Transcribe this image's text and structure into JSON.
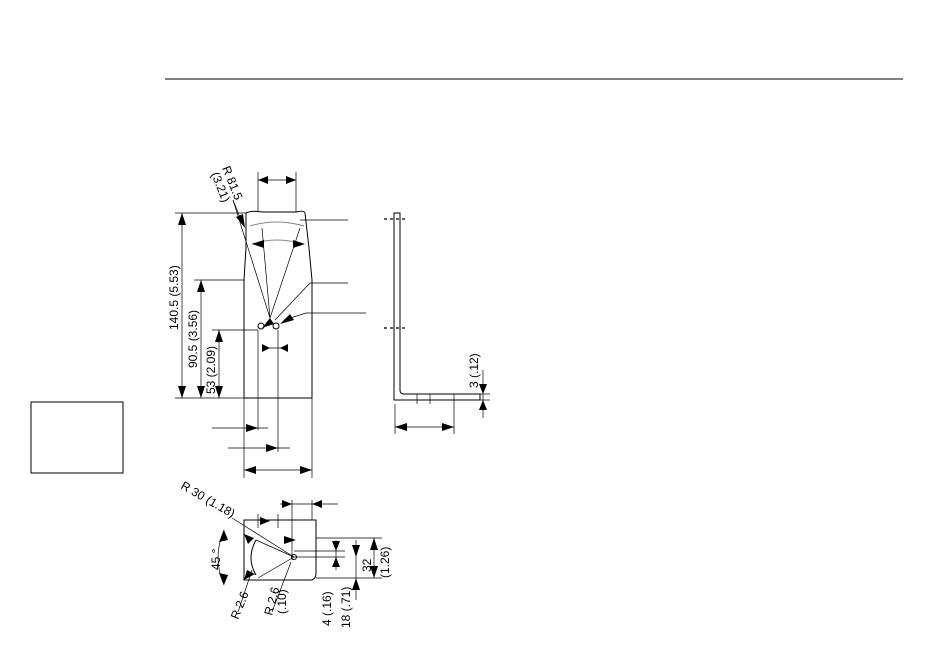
{
  "dimensions": {
    "r81": "R 81.5",
    "r81_in": "(3.21)",
    "h140": "140.5 (5.53)",
    "h90": "90.5 (3.56)",
    "h53": "53 (2.09)",
    "t3": "3 (.12)",
    "r30": "R 30 (1.18)",
    "angle45": "45 °",
    "r26a": "R 2.6",
    "r26b": "R 2.6",
    "r26b_in": "(.10)",
    "d4": "4 (.16)",
    "d18": "18 (.71)",
    "d32": "32",
    "d32_in": "(1.26)"
  }
}
